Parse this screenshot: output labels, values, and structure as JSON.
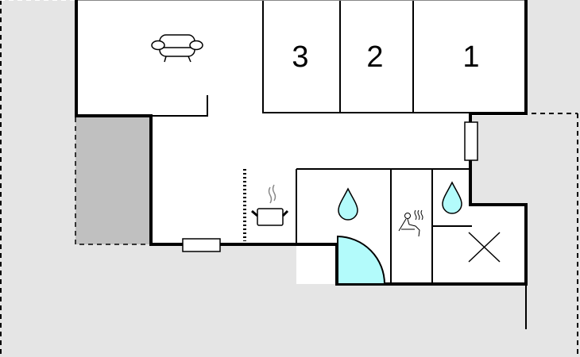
{
  "floorplan": {
    "rooms": [
      {
        "id": "bedroom-3",
        "label": "3"
      },
      {
        "id": "bedroom-2",
        "label": "2"
      },
      {
        "id": "bedroom-1",
        "label": "1"
      }
    ],
    "icons": [
      "sofa-icon",
      "cooking-pot-icon",
      "water-drop-icon",
      "sauna-icon",
      "water-drop-icon",
      "cross-icon",
      "window-icon",
      "door-arc-icon"
    ],
    "colors": {
      "background": "#e5e5e5",
      "interior": "#ffffff",
      "shaded_area": "#c0c0c0",
      "water": "#b3fbfb",
      "wall": "#000000"
    }
  }
}
